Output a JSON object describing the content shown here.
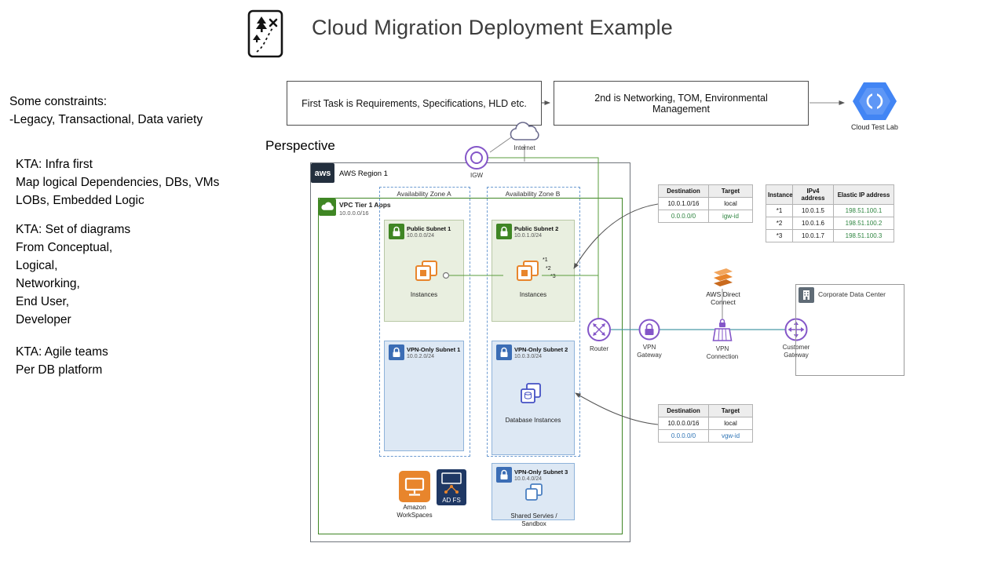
{
  "title": "Cloud Migration Deployment Example",
  "notes": {
    "lines": [
      "Some constraints:",
      "-Legacy, Transactional, Data variety",
      "KTA: Infra first",
      "Map logical Dependencies, DBs, VMs",
      "LOBs, Embedded Logic",
      "KTA: Set of diagrams",
      "From Conceptual,",
      "Logical,",
      "Networking,",
      "End User,",
      "Developer",
      "KTA: Agile teams",
      "Per DB platform"
    ]
  },
  "perspective_label": "Perspective",
  "flow": {
    "box1": "First Task is Requirements, Specifications, HLD etc.",
    "box2": "2nd is Networking, TOM,  Environmental Management",
    "cloud_test_lab": "Cloud Test Lab"
  },
  "region": {
    "aws_logo": "aws",
    "label": "AWS Region 1",
    "internet": "Internet",
    "igw": "IGW",
    "vpc": {
      "name": "VPC Tier 1 Apps",
      "cidr": "10.0.0.0/16"
    },
    "az_a": "Availability Zone A",
    "az_b": "Availability Zone B",
    "subnets": {
      "public1": {
        "name": "Public Subnet 1",
        "cidr": "10.0.0.0/24",
        "caption": "Instances"
      },
      "public2": {
        "name": "Public Subnet 2",
        "cidr": "10.0.1.0/24",
        "caption": "Instances",
        "markers": [
          "*1",
          "*2",
          "*3"
        ]
      },
      "vpn1": {
        "name": "VPN-Only Subnet 1",
        "cidr": "10.0.2.0/24"
      },
      "vpn2": {
        "name": "VPN-Only Subnet 2",
        "cidr": "10.0.3.0/24",
        "caption": "Database Instances"
      },
      "vpn3": {
        "name": "VPN-Only Subnet 3",
        "cidr": "10.0.4.0/24",
        "caption": "Shared Servies / Sandbox"
      }
    },
    "workspaces": "Amazon WorkSpaces",
    "adfs": "AD FS"
  },
  "network": {
    "router": "Router",
    "vpn_gateway": "VPN Gateway",
    "vpn_connection": "VPN Connection",
    "direct_connect": "AWS Direct Connect",
    "customer_gateway": "Customer Gateway",
    "corporate_dc": "Corporate Data Center"
  },
  "tables": {
    "igw_route": {
      "headers": [
        "Destination",
        "Target"
      ],
      "rows": [
        [
          "10.0.1.0/16",
          "local"
        ],
        [
          "0.0.0.0/0",
          "igw-id"
        ]
      ]
    },
    "eip": {
      "headers": [
        "Instance",
        "IPv4 address",
        "Elastic IP address"
      ],
      "rows": [
        [
          "*1",
          "10.0.1.5",
          "198.51.100.1"
        ],
        [
          "*2",
          "10.0.1.6",
          "198.51.100.2"
        ],
        [
          "*3",
          "10.0.1.7",
          "198.51.100.3"
        ]
      ]
    },
    "vgw_route": {
      "headers": [
        "Destination",
        "Target"
      ],
      "rows": [
        [
          "10.0.0.0/16",
          "local"
        ],
        [
          "0.0.0.0/0",
          "vgw-id"
        ]
      ]
    }
  },
  "colors": {
    "vpc_green": "#3f8624",
    "subnet_public_bg": "#e9efe0",
    "subnet_vpn_bg": "#dde8f4",
    "vpn_blue": "#3b6db5",
    "aws_orange": "#e8852c",
    "network_purple": "#8456c8",
    "db_indigo": "#4450c4",
    "aws_navy": "#232f3e",
    "gcp_blue": "#4285f4",
    "route_green_text": "#2e8540",
    "route_blue_text": "#2e74b5"
  }
}
